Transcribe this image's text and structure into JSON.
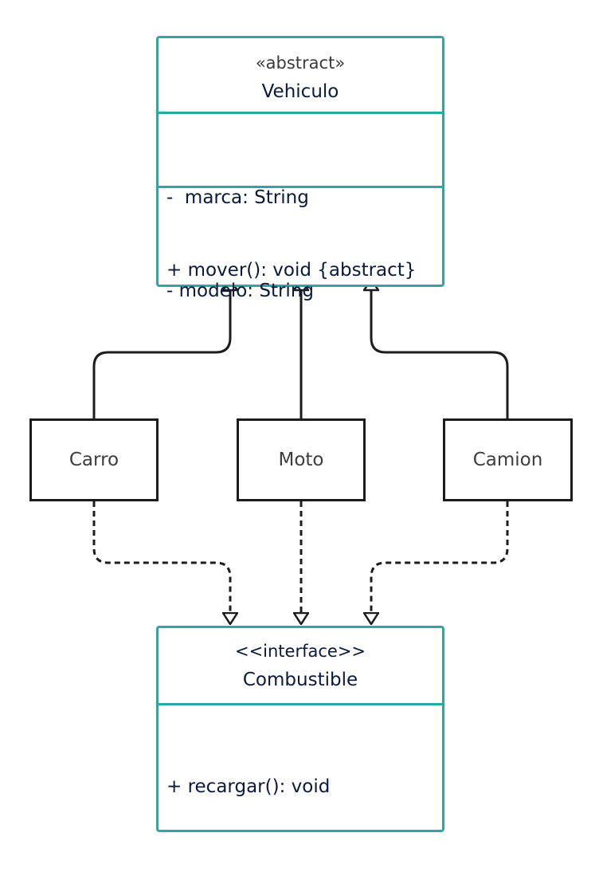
{
  "colors": {
    "class_border": "#2aa8a4",
    "box_border": "#1c1c1c",
    "text_dark": "#0b1a3a",
    "text_gray": "#3d3d3d"
  },
  "vehiculo": {
    "stereotype": "«abstract»",
    "name": "Vehiculo",
    "attributes": [
      "-  marca: String",
      "- modelo: String"
    ],
    "operations": [
      "+ mover(): void {abstract}"
    ]
  },
  "subclasses": [
    "Carro",
    "Moto",
    "Camion"
  ],
  "combustible": {
    "stereotype": "<<interface>>",
    "name": "Combustible",
    "operations": [
      "+ recargar(): void"
    ]
  }
}
